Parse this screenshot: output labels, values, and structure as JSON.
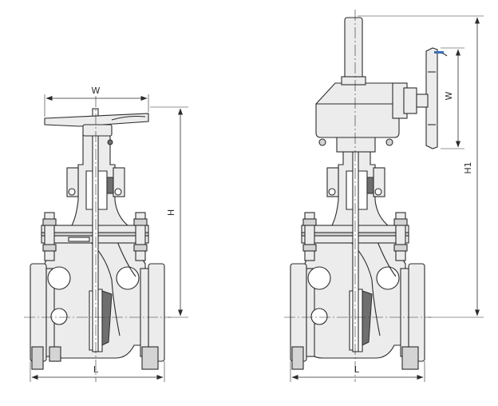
{
  "dimension_labels": {
    "left_width": "W",
    "left_height": "H",
    "left_length": "L",
    "right_handwheel": "W",
    "right_height": "H1",
    "right_length": "L"
  },
  "colors": {
    "line": "#2b2b2b",
    "body_fill": "#ececec",
    "shade_fill": "#d4d4d4",
    "background": "#ffffff",
    "accent_blue": "#3a6fb5"
  }
}
